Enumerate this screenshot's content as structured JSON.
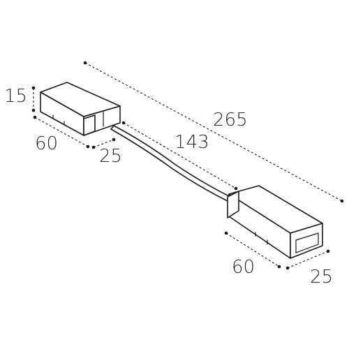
{
  "dimensions": {
    "height_left": "15",
    "length_left": "60",
    "width_left": "25",
    "cable_length": "143",
    "total_length": "265",
    "length_right": "60",
    "width_right": "25"
  },
  "colors": {
    "line": "#1a1a1a",
    "text": "#2a2a2a",
    "background": "#ffffff"
  }
}
